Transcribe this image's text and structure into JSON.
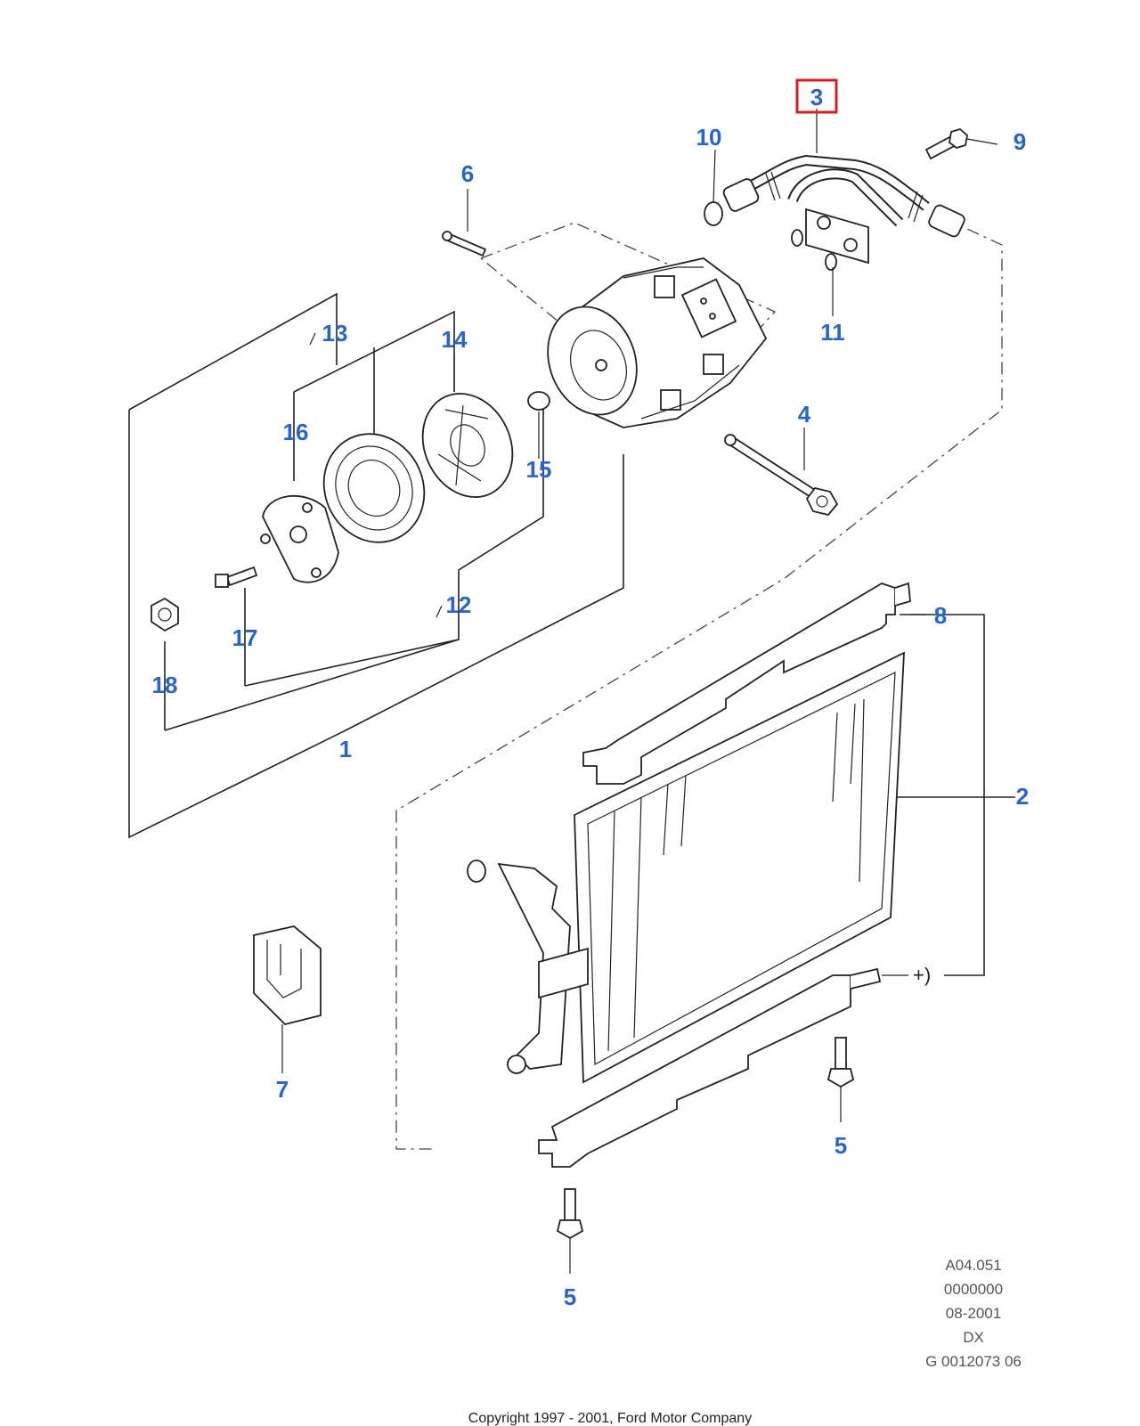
{
  "callouts": {
    "c1": "1",
    "c2": "2",
    "c3": "3",
    "c4": "4",
    "c5a": "5",
    "c5b": "5",
    "c6": "6",
    "c7": "7",
    "c8": "8",
    "c9": "9",
    "c10": "10",
    "c11": "11",
    "c12": "12",
    "c13": "13",
    "c14": "14",
    "c15": "15",
    "c16": "16",
    "c17": "17",
    "c18": "18"
  },
  "highlighted_callout": "3",
  "plus_marker": "+)",
  "meta": {
    "line1": "A04.051",
    "line2": "0000000",
    "line3": "08-2001",
    "line4": "DX",
    "line5": "G 0012073 06"
  },
  "copyright": "Copyright 1997 - 2001, Ford Motor Company",
  "colors": {
    "callout": "#2a64c8",
    "highlight": "#d21f1f",
    "line": "#222222"
  }
}
